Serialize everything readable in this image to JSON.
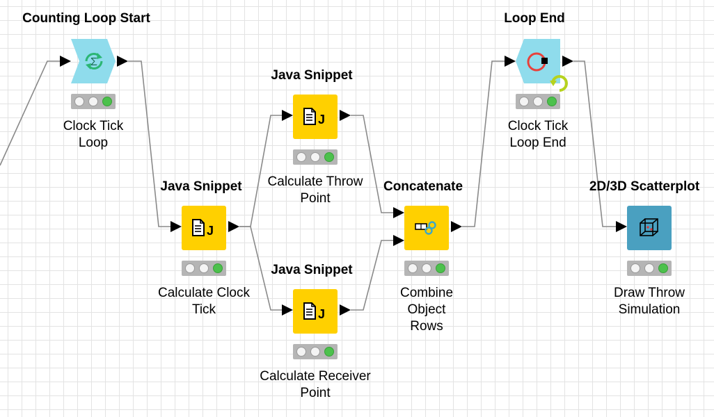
{
  "canvas": {
    "grid_color": "#e3e3e3",
    "background": "#ffffff",
    "wire_color": "#8a8a8a"
  },
  "nodes": [
    {
      "id": "counting-loop-start",
      "title": "Counting Loop Start",
      "label": "Clock Tick\nLoop",
      "icon": "sigma-loop-start-icon",
      "color": "#8fdcec",
      "status": [
        "idle",
        "idle",
        "executed"
      ]
    },
    {
      "id": "java-snippet-clock",
      "title": "Java Snippet",
      "label": "Calculate Clock\nTick",
      "icon": "java-snippet-icon",
      "color": "#ffd000",
      "status": [
        "idle",
        "idle",
        "executed"
      ]
    },
    {
      "id": "java-snippet-throw",
      "title": "Java Snippet",
      "label": "Calculate Throw\nPoint",
      "icon": "java-snippet-icon",
      "color": "#ffd000",
      "status": [
        "idle",
        "idle",
        "executed"
      ]
    },
    {
      "id": "java-snippet-receiver",
      "title": "Java Snippet",
      "label": "Calculate Receiver\nPoint",
      "icon": "java-snippet-icon",
      "color": "#ffd000",
      "status": [
        "idle",
        "idle",
        "executed"
      ]
    },
    {
      "id": "concatenate",
      "title": "Concatenate",
      "label": "Combine\nObject\nRows",
      "icon": "concatenate-icon",
      "color": "#ffd000",
      "status": [
        "idle",
        "idle",
        "executed"
      ]
    },
    {
      "id": "loop-end",
      "title": "Loop End",
      "label": "Clock Tick\nLoop End",
      "icon": "loop-end-icon",
      "color": "#8fdcec",
      "status": [
        "idle",
        "idle",
        "executed"
      ]
    },
    {
      "id": "scatterplot",
      "title": "2D/3D Scatterplot",
      "label": "Draw Throw\nSimulation",
      "icon": "cube-scatterplot-icon",
      "color": "#4aa0c0",
      "status": [
        "idle",
        "idle",
        "executed"
      ]
    }
  ]
}
